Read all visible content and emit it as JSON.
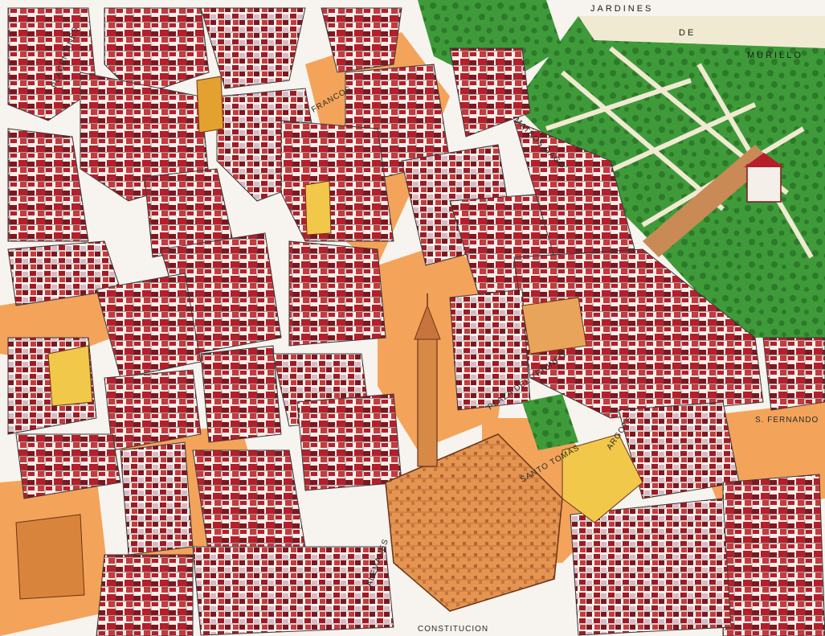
{
  "map": {
    "style": "illustrated-bird's-eye-city-map",
    "colors": {
      "street": "#f7f3ee",
      "plaza": "#f3a45a",
      "garden": "#3f9b3a",
      "garden_dark": "#2d7a2a",
      "garden_path": "#f1ead2",
      "roof": "#b51f2b",
      "roof_dark": "#7d1620",
      "wall": "#f4efe8",
      "cathedral": "#e49552",
      "cathedral_dark": "#b8622f",
      "tower": "#d78a46",
      "yellow_building": "#f2c84b"
    },
    "labels": {
      "jardines_1": "JARDINES",
      "jardines_2": "DE",
      "jardines_3": "MURILLO",
      "plaza_triunfo": "PLAZA DEL TRIUNFO",
      "alemanes": "ALEMANES",
      "constitucion": "CONSTITUCION",
      "santo_tomas": "SANTO TOMAS",
      "st_fernando": "S. FERNANDO",
      "placentines": "PLACENTINES",
      "mateos_gago": "MATEOS GAGO",
      "argote": "ARGOTE",
      "francos": "FRANCOS"
    }
  }
}
